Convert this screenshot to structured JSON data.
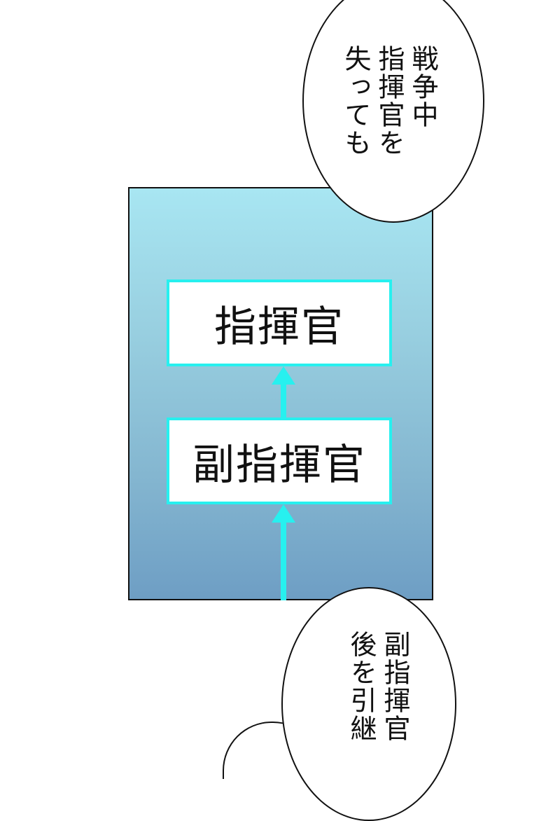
{
  "bubble_top": {
    "lines": [
      "戦争中",
      "指揮官を",
      "失っても"
    ]
  },
  "diagram": {
    "top_box": "指揮官",
    "middle_box": "副指揮官"
  },
  "bubble_bottom": {
    "lines": [
      "副指揮官",
      "後を引継"
    ]
  },
  "colors": {
    "node_border": "#27f0ef",
    "panel_top": "#a8e6f2",
    "panel_bottom": "#6e9ec4"
  }
}
